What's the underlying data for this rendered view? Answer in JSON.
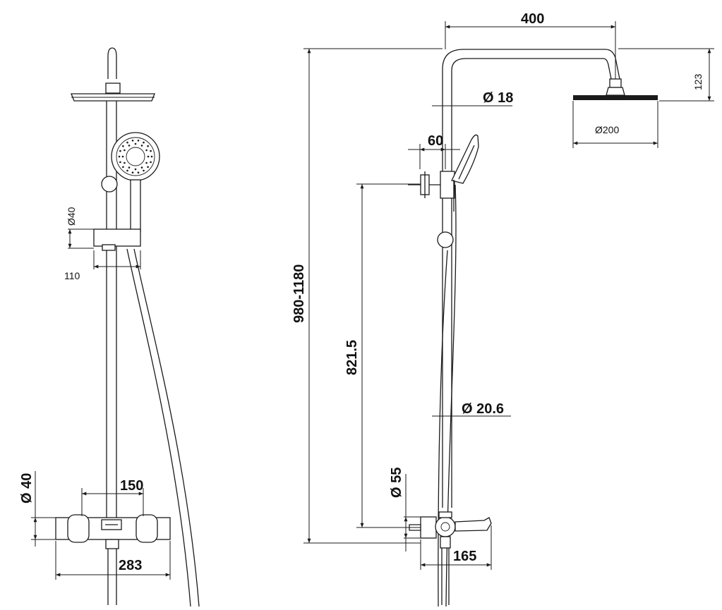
{
  "left_view": {
    "labels": {
      "handset_holder_dia": "Ø40",
      "handset_holder_offset": "110",
      "mixer_dia": "Ø 40",
      "mixer_centers": "150",
      "mixer_width": "283"
    }
  },
  "right_view": {
    "labels": {
      "arm_reach": "400",
      "head_drop": "123",
      "arm_pipe_dia": "Ø 18",
      "head_dia": "Ø200",
      "diverter_offset": "60",
      "total_height": "980-1180",
      "riser_length": "821.5",
      "riser_dia": "Ø 20.6",
      "mixer_body_dia": "Ø 55",
      "spout_projection": "165"
    }
  },
  "colors": {
    "line": "#1a1a1a",
    "background": "#ffffff"
  }
}
